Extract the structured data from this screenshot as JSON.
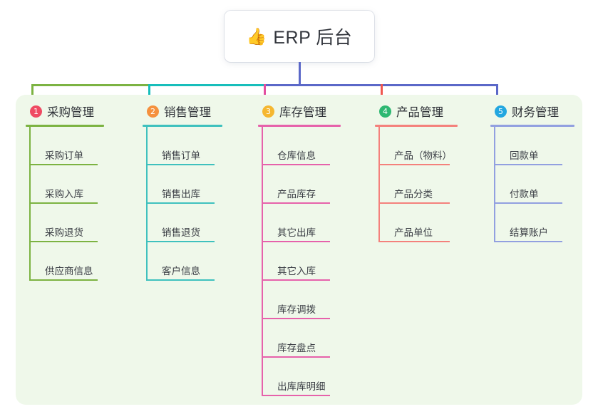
{
  "root": {
    "emoji": "👍",
    "emoji_name": "thumbs-up-icon",
    "title": "ERP 后台"
  },
  "palette": {
    "panel_bg": "#eff8ea",
    "trunk": "#5b68c8",
    "text": "#3a3d44"
  },
  "columns": [
    {
      "number": "1",
      "title": "采购管理",
      "badge_color": "#ef4b63",
      "line_color": "#7cb342",
      "rule_color": "#7cb342",
      "items": [
        "采购订单",
        "采购入库",
        "采购退货",
        "供应商信息"
      ]
    },
    {
      "number": "2",
      "title": "销售管理",
      "badge_color": "#f5913e",
      "line_color": "#17bebb",
      "rule_color": "#3fc1be",
      "items": [
        "销售订单",
        "销售出库",
        "销售退货",
        "客户信息"
      ]
    },
    {
      "number": "3",
      "title": "库存管理",
      "badge_color": "#f5b731",
      "line_color": "#e34fa0",
      "rule_color": "#e662ab",
      "items": [
        "仓库信息",
        "产品库存",
        "其它出库",
        "其它入库",
        "库存调拨",
        "库存盘点",
        "出库库明细"
      ]
    },
    {
      "number": "4",
      "title": "产品管理",
      "badge_color": "#2eb872",
      "line_color": "#f0574f",
      "rule_color": "#f4817c",
      "items": [
        "产品（物料）",
        "产品分类",
        "产品单位"
      ]
    },
    {
      "number": "5",
      "title": "财务管理",
      "badge_color": "#23a7e0",
      "line_color": "#5b68c8",
      "rule_color": "#92a0e0",
      "items": [
        "回款单",
        "付款单",
        "结算账户"
      ]
    }
  ]
}
